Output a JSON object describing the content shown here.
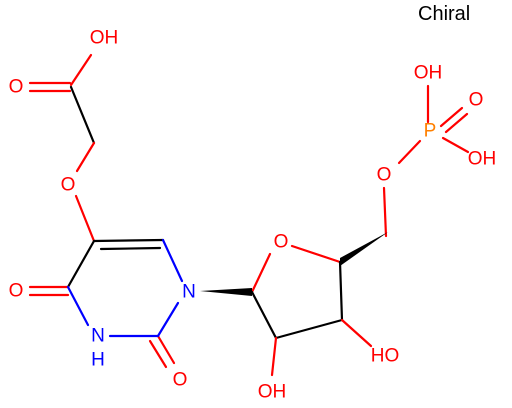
{
  "chiral_label": "Chiral",
  "colors": {
    "bond": "#000000",
    "oxygen": "#ff0000",
    "nitrogen": "#0000ff",
    "phosphorus": "#ff8000"
  },
  "atoms": {
    "acid_oh": "OH",
    "acid_carbonyl_o": "O",
    "ether_o": "O",
    "c4_carbonyl_o": "O",
    "n3h": "N",
    "n3h_h": "H",
    "c2_carbonyl_o": "O",
    "n1": "N",
    "ring_o": "O",
    "sugar_oh_2": "OH",
    "sugar_oh_3": "HO",
    "phosphate_ester_o": "O",
    "phosphorus": "P",
    "phosphate_oh_top": "OH",
    "phosphate_double_o": "O",
    "phosphate_oh_right": "OH"
  }
}
